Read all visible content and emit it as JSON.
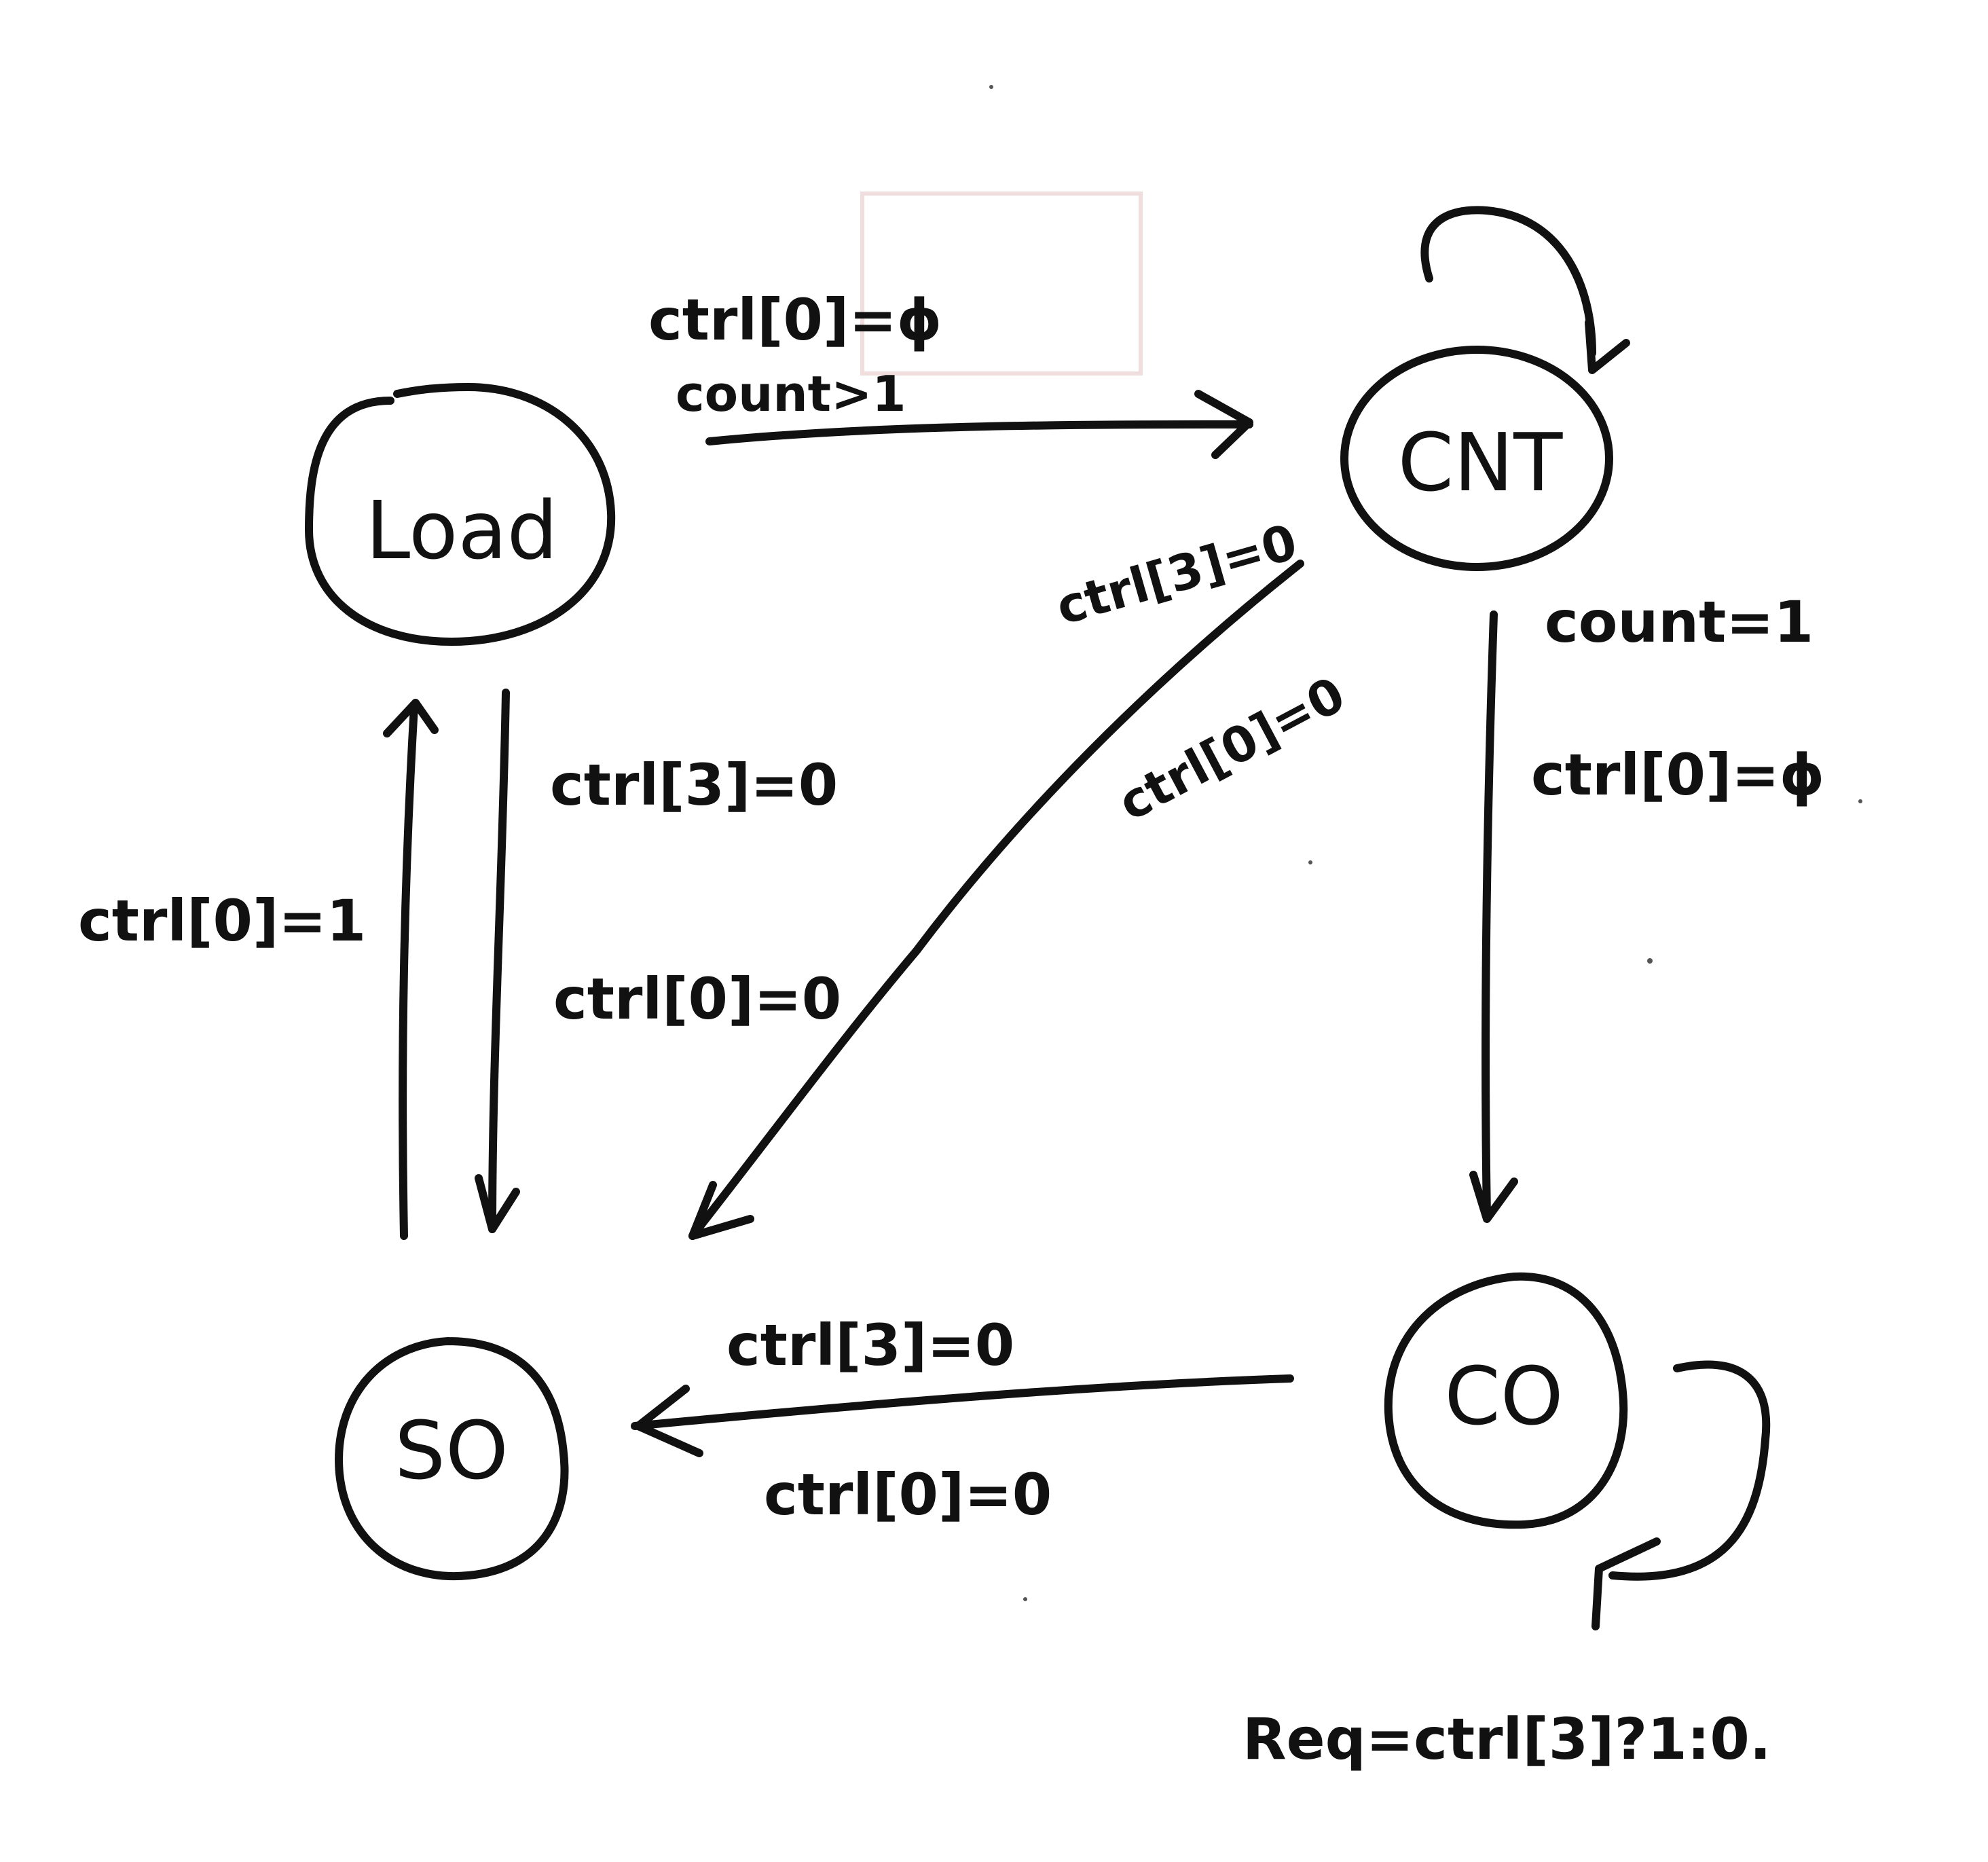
{
  "states": {
    "load": "Load",
    "cnt": "CNT",
    "so": "SO",
    "co": "CO"
  },
  "transitions": {
    "load_to_cnt": [
      "ctrl[0]=ϕ",
      "count>1"
    ],
    "load_to_so": [
      "ctrl[3]=0",
      "ctrl[0]=0"
    ],
    "so_to_load": [
      "ctrl[0]=1"
    ],
    "cnt_to_so": [
      "ctrl[3]=0",
      "ctrl[0]=0"
    ],
    "cnt_to_co": [
      "count=1",
      "ctrl[0]=ϕ"
    ],
    "co_to_so": [
      "ctrl[3]=0",
      "ctrl[0]=0"
    ],
    "co_self": [
      "Req=ctrl[3]?1:0."
    ]
  },
  "colors": {
    "ink": "#111111",
    "background": "#ffffff"
  }
}
